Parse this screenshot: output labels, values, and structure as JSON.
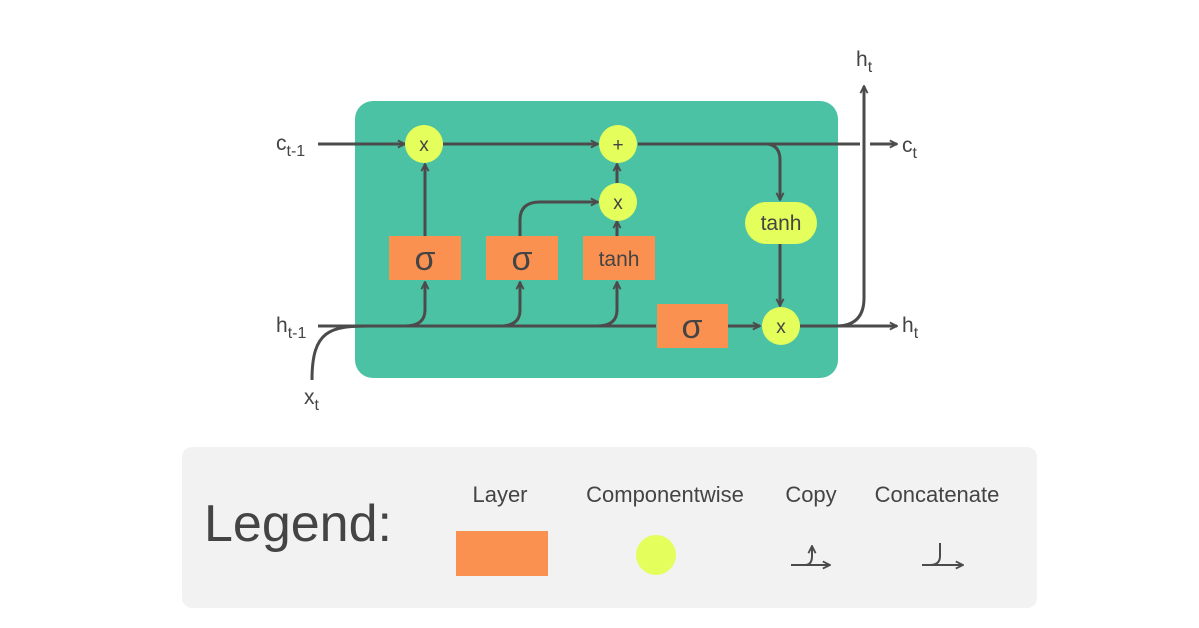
{
  "colors": {
    "cell": "#4cc2a4",
    "layer": "#fb9151",
    "pointwise": "#e4fe5b",
    "line": "#4b4b4b",
    "legend_bg": "#f2f2f2",
    "text": "#444444"
  },
  "labels": {
    "c_in": "c",
    "c_in_sub": "t-1",
    "h_in": "h",
    "h_in_sub": "t-1",
    "x_in": "x",
    "x_in_sub": "t",
    "c_out": "c",
    "c_out_sub": "t",
    "h_out_right": "h",
    "h_out_right_sub": "t",
    "h_out_top": "h",
    "h_out_top_sub": "t"
  },
  "nodes": {
    "forget_mult": "x",
    "add": "+",
    "input_mult": "x",
    "output_mult": "x",
    "tanh_pointwise": "tanh"
  },
  "layers": {
    "forget_gate": "σ",
    "input_gate": "σ",
    "candidate": "tanh",
    "output_gate": "σ"
  },
  "legend": {
    "title": "Legend:",
    "layer": "Layer",
    "componentwise": "Componentwise",
    "copy": "Copy",
    "concatenate": "Concatenate"
  }
}
